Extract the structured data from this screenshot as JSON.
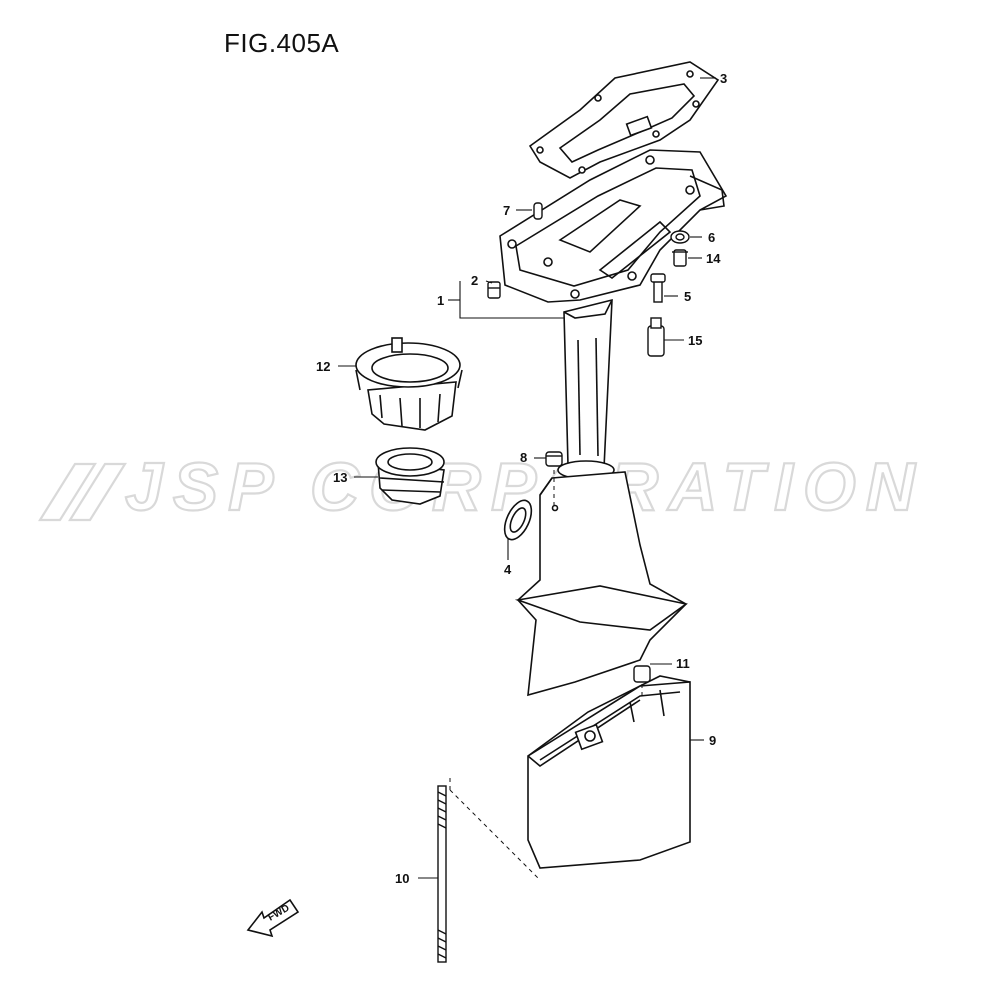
{
  "figure": {
    "title": "FIG.405A",
    "watermark": "JSP CORPORATION",
    "fwd_label": "FWD",
    "callouts": [
      "1",
      "2",
      "3",
      "4",
      "5",
      "6",
      "7",
      "8",
      "9",
      "10",
      "11",
      "12",
      "13",
      "14",
      "15"
    ]
  },
  "colors": {
    "line": "#111111",
    "part_fill": "#ffffff",
    "watermark": "#d9d9d9"
  }
}
